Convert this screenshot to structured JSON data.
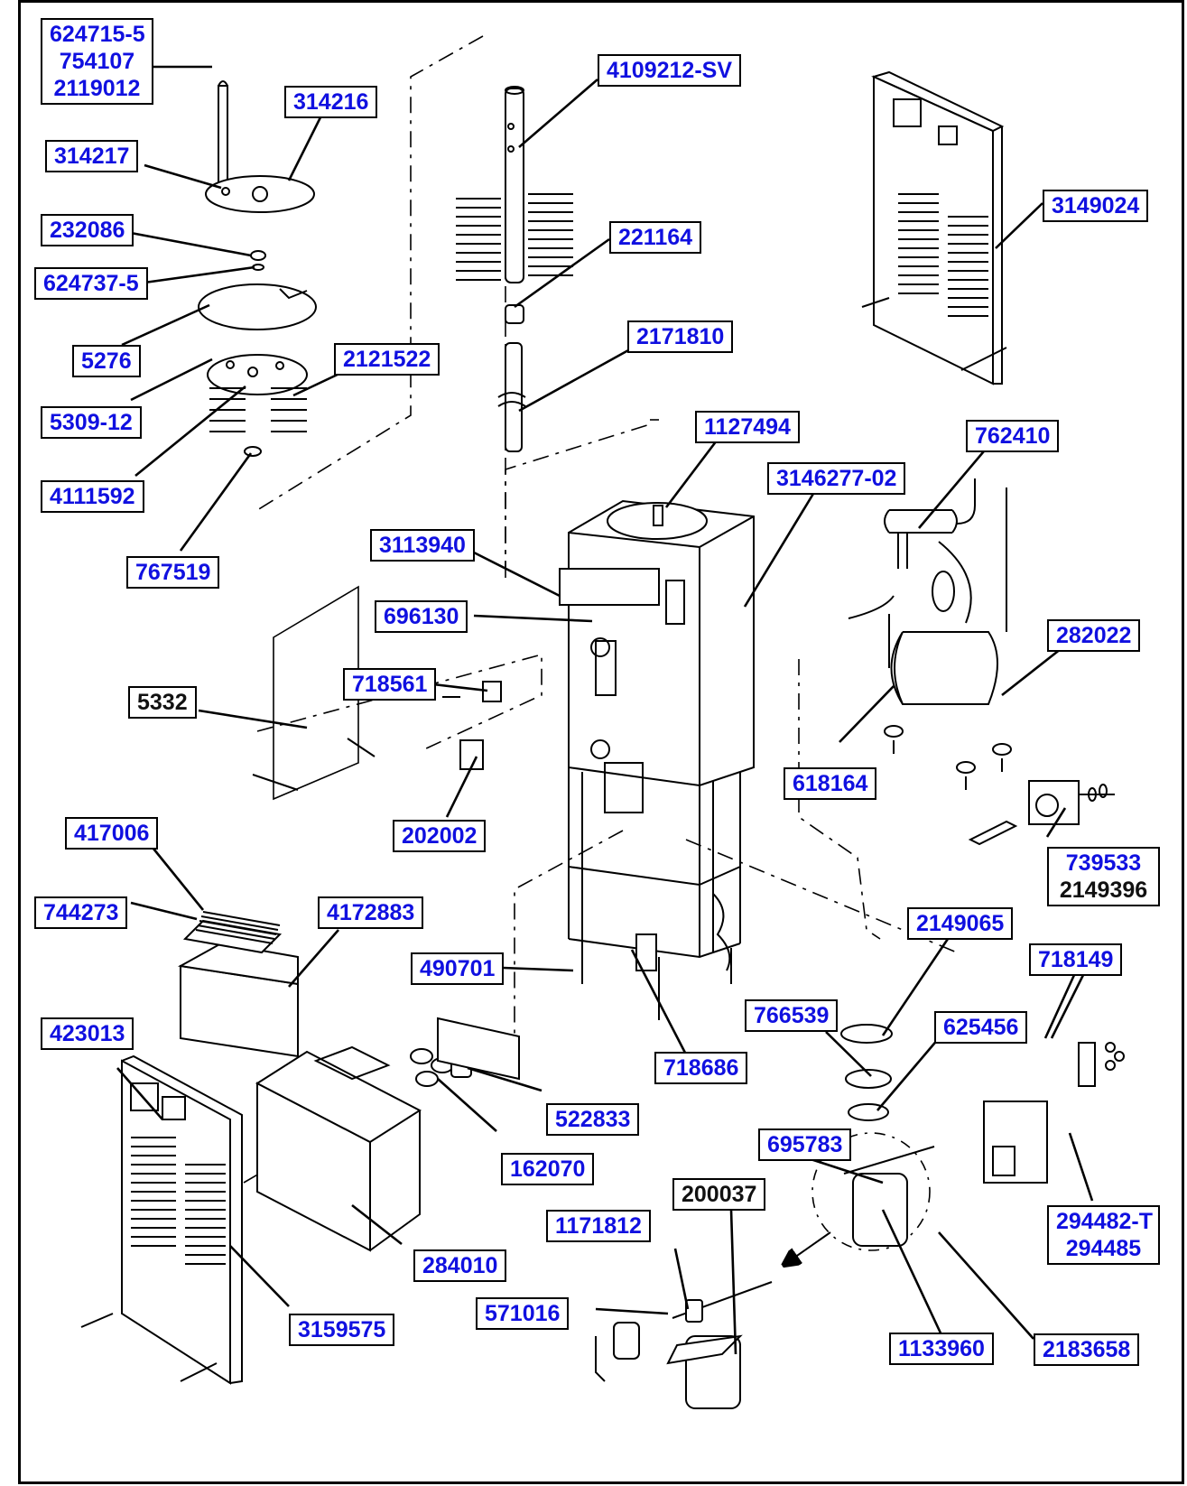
{
  "colors": {
    "label_blue": "#1010e0",
    "label_black": "#111111",
    "line": "#000000"
  },
  "labels": {
    "l624715": {
      "lines": [
        "624715-5",
        "754107",
        "2119012"
      ],
      "color": "blue"
    },
    "l314216": {
      "lines": [
        "314216"
      ],
      "color": "blue"
    },
    "l314217": {
      "lines": [
        "314217"
      ],
      "color": "blue"
    },
    "l232086": {
      "lines": [
        "232086"
      ],
      "color": "blue"
    },
    "l624737": {
      "lines": [
        "624737-5"
      ],
      "color": "blue"
    },
    "l5276": {
      "lines": [
        "5276"
      ],
      "color": "blue"
    },
    "l5309": {
      "lines": [
        "5309-12"
      ],
      "color": "blue"
    },
    "l2121522": {
      "lines": [
        "2121522"
      ],
      "color": "blue"
    },
    "l4111592": {
      "lines": [
        "4111592"
      ],
      "color": "blue"
    },
    "l767519": {
      "lines": [
        "767519"
      ],
      "color": "blue"
    },
    "l4109212": {
      "lines": [
        "4109212-SV"
      ],
      "color": "blue"
    },
    "l221164": {
      "lines": [
        "221164"
      ],
      "color": "blue"
    },
    "l2171810": {
      "lines": [
        "2171810"
      ],
      "color": "blue"
    },
    "l3149024": {
      "lines": [
        "3149024"
      ],
      "color": "blue"
    },
    "l1127494": {
      "lines": [
        "1127494"
      ],
      "color": "blue"
    },
    "l762410": {
      "lines": [
        "762410"
      ],
      "color": "blue"
    },
    "l3146277": {
      "lines": [
        "3146277-02"
      ],
      "color": "blue"
    },
    "l3113940": {
      "lines": [
        "3113940"
      ],
      "color": "blue"
    },
    "l696130": {
      "lines": [
        "696130"
      ],
      "color": "blue"
    },
    "l282022": {
      "lines": [
        "282022"
      ],
      "color": "blue"
    },
    "l5332": {
      "lines": [
        "5332"
      ],
      "color": "black"
    },
    "l718561": {
      "lines": [
        "718561"
      ],
      "color": "blue"
    },
    "l618164": {
      "lines": [
        "618164"
      ],
      "color": "blue"
    },
    "l202002": {
      "lines": [
        "202002"
      ],
      "color": "blue"
    },
    "l739533": {
      "lines": [
        "739533",
        "2149396"
      ],
      "color": "blue",
      "second_color": "black"
    },
    "l417006": {
      "lines": [
        "417006"
      ],
      "color": "blue"
    },
    "l744273": {
      "lines": [
        "744273"
      ],
      "color": "blue"
    },
    "l4172883": {
      "lines": [
        "4172883"
      ],
      "color": "blue"
    },
    "l2149065": {
      "lines": [
        "2149065"
      ],
      "color": "blue"
    },
    "l490701": {
      "lines": [
        "490701"
      ],
      "color": "blue"
    },
    "l718149": {
      "lines": [
        "718149"
      ],
      "color": "blue"
    },
    "l766539": {
      "lines": [
        "766539"
      ],
      "color": "blue"
    },
    "l625456": {
      "lines": [
        "625456"
      ],
      "color": "blue"
    },
    "l423013": {
      "lines": [
        "423013"
      ],
      "color": "blue"
    },
    "l718686": {
      "lines": [
        "718686"
      ],
      "color": "blue"
    },
    "l522833": {
      "lines": [
        "522833"
      ],
      "color": "blue"
    },
    "l162070": {
      "lines": [
        "162070"
      ],
      "color": "blue"
    },
    "l695783": {
      "lines": [
        "695783"
      ],
      "color": "blue"
    },
    "l200037": {
      "lines": [
        "200037"
      ],
      "color": "black"
    },
    "l294482": {
      "lines": [
        "294482-T",
        "294485"
      ],
      "color": "blue"
    },
    "l284010": {
      "lines": [
        "284010"
      ],
      "color": "blue"
    },
    "l1171812": {
      "lines": [
        "1171812"
      ],
      "color": "blue"
    },
    "l3159575": {
      "lines": [
        "3159575"
      ],
      "color": "blue"
    },
    "l571016": {
      "lines": [
        "571016"
      ],
      "color": "blue"
    },
    "l1133960": {
      "lines": [
        "1133960"
      ],
      "color": "blue"
    },
    "l2183658": {
      "lines": [
        "2183658"
      ],
      "color": "blue"
    }
  }
}
